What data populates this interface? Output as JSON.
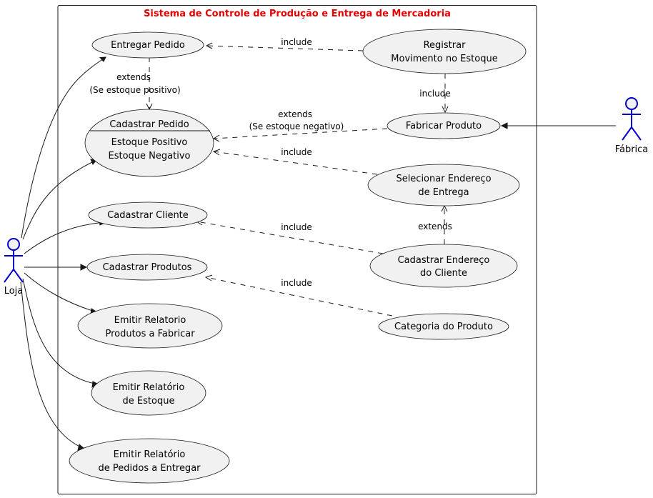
{
  "system": {
    "title": "Sistema de Controle de Produção e Entrega de Mercadoria",
    "title_color": "#e60000",
    "frame_color": "#181818"
  },
  "actors": {
    "loja": "Loja",
    "fabrica": "Fábrica",
    "color": "#0000cc"
  },
  "use_cases": {
    "entregar_pedido": [
      "Entregar Pedido"
    ],
    "cadastrar_pedido": {
      "title": "Cadastrar Pedido",
      "extension_points": [
        "Estoque Positivo",
        "Estoque Negativo"
      ]
    },
    "cadastrar_cliente": [
      "Cadastrar Cliente"
    ],
    "cadastrar_produtos": [
      "Cadastrar Produtos"
    ],
    "emitir_relatorio_fabricar": [
      "Emitir Relatorio",
      "Produtos a Fabricar"
    ],
    "emitir_relatorio_estoque": [
      "Emitir Relatório",
      "de Estoque"
    ],
    "emitir_relatorio_pedidos": [
      "Emitir Relatório",
      "de Pedidos a Entregar"
    ],
    "registrar_movimento": [
      "Registrar",
      "Movimento no Estoque"
    ],
    "fabricar_produto": [
      "Fabricar Produto"
    ],
    "selecionar_endereco": [
      "Selecionar Endereço",
      "de Entrega"
    ],
    "cadastrar_endereco": [
      "Cadastrar Endereço",
      "do Cliente"
    ],
    "categoria_produto": [
      "Categoria do Produto"
    ]
  },
  "relations": {
    "registrar_to_entregar": "include",
    "entregar_to_pedido": [
      "extends",
      "(Se estoque positivo)"
    ],
    "registrar_to_fabricar": "include",
    "fabricar_to_pedido": [
      "extends",
      "(Se estoque negativo)"
    ],
    "selecionar_to_pedido": "include",
    "endereco_to_cliente": "include",
    "endereco_to_selecionar": "extends",
    "categoria_to_produtos": "include"
  }
}
